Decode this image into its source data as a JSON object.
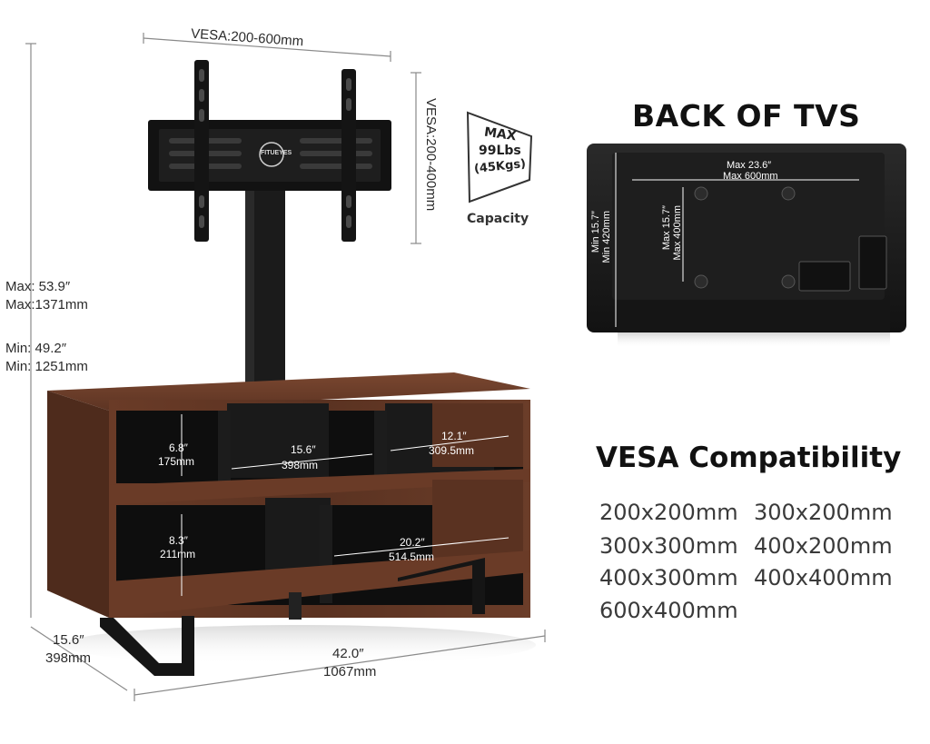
{
  "dimensions": {
    "vesa_width": "VESA:200-600mm",
    "vesa_height": "VESA:200-400mm",
    "max_height_in": "Max: 53.9″",
    "max_height_mm": "Max:1371mm",
    "min_height_in": "Min:  49.2″",
    "min_height_mm": "Min: 1251mm",
    "depth_in": "15.6″",
    "depth_mm": "398mm",
    "width_in": "42.0″",
    "width_mm": "1067mm",
    "shelf_upper_left_in": "6.8″",
    "shelf_upper_left_mm": "175mm",
    "shelf_upper_mid_in": "15.6″",
    "shelf_upper_mid_mm": "398mm",
    "shelf_upper_right_in": "12.1″",
    "shelf_upper_right_mm": "309.5mm",
    "shelf_lower_left_in": "8.3″",
    "shelf_lower_left_mm": "211mm",
    "shelf_lower_right_in": "20.2″",
    "shelf_lower_right_mm": "514.5mm"
  },
  "capacity": {
    "line1": "MAX",
    "line2": "99Lbs",
    "line3": "(45Kgs)",
    "label": "Capacity"
  },
  "brand": "FITUEYES",
  "back_of_tvs": {
    "title": "BACK OF TVS",
    "max_width_in": "Max 23.6″",
    "max_width_mm": "Max 600mm",
    "max_height_in": "Max 15.7″",
    "max_height_mm": "Max 400mm",
    "min_height_in": "Min 15.7″",
    "min_height_mm": "Min  420mm"
  },
  "vesa_compat": {
    "title": "VESA Compatibility",
    "items": [
      "200x200mm",
      "300x200mm",
      "300x300mm",
      "400x200mm",
      "400x300mm",
      "400x400mm",
      "600x400mm"
    ]
  },
  "colors": {
    "wood": "#5b3322",
    "wood_dark": "#3f2216",
    "metal": "#161616",
    "tv_back": "#1c1c1c"
  }
}
